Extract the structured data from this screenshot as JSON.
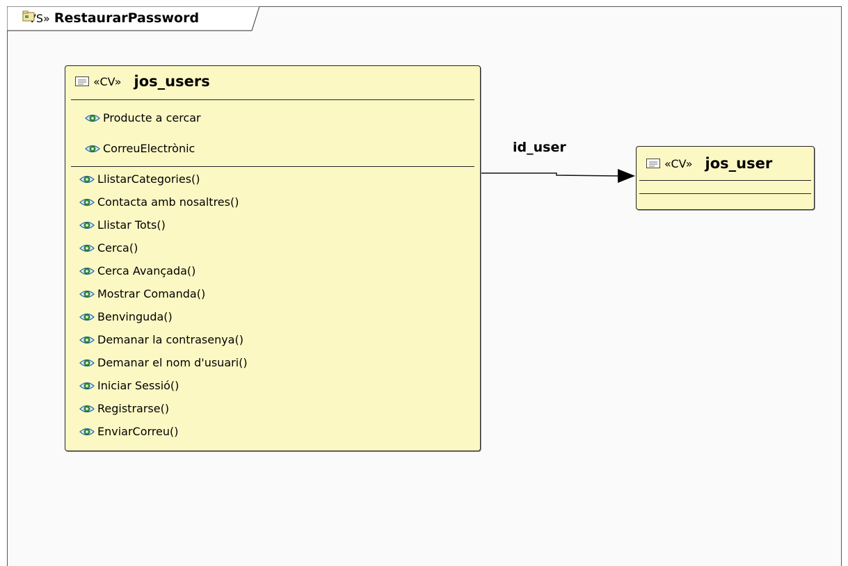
{
  "package": {
    "stereotype": "«VS»",
    "name": "RestaurarPassword"
  },
  "classes": {
    "users": {
      "stereotype": "«CV»",
      "name": "jos_users",
      "attributes": [
        "Producte a cercar",
        "CorreuElectrònic"
      ],
      "operations": [
        "LlistarCategories()",
        "Contacta amb nosaltres()",
        "Llistar Tots()",
        "Cerca()",
        "Cerca Avançada()",
        "Mostrar Comanda()",
        "Benvinguda()",
        "Demanar la contrasenya()",
        "Demanar el nom d'usuari()",
        "Iniciar Sessió()",
        "Registrarse()",
        "EnviarCorreu()"
      ]
    },
    "user": {
      "stereotype": "«CV»",
      "name": "jos_user"
    }
  },
  "association": {
    "label": "id_user"
  },
  "colors": {
    "class_fill": "#fcf8c4",
    "frame_fill": "#fafafa",
    "icon_blue": "#2f6fa8",
    "icon_green": "#3a9a3a"
  }
}
